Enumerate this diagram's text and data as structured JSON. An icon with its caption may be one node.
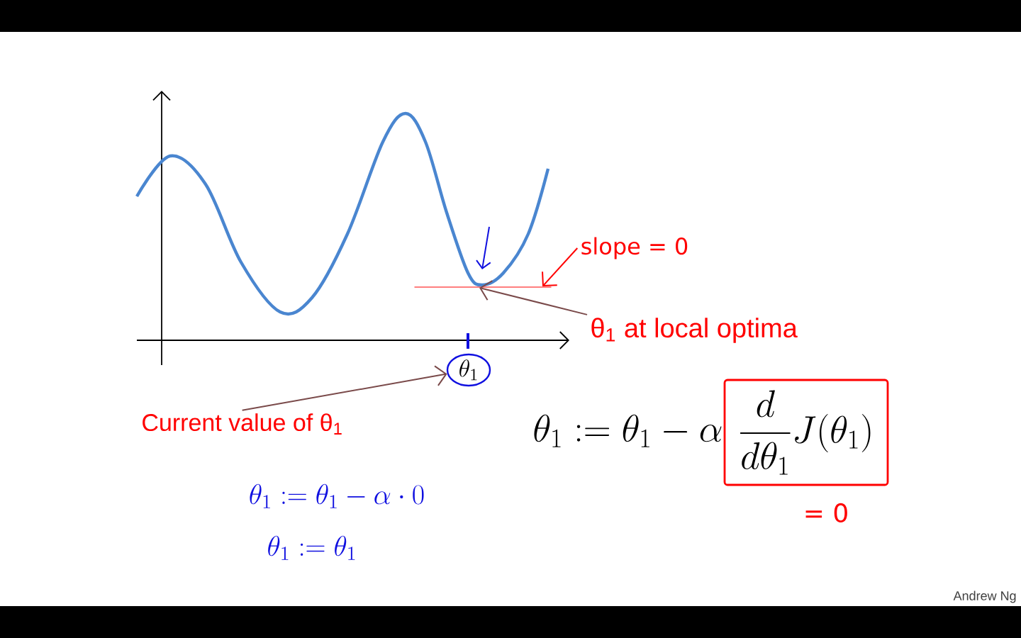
{
  "diagram": {
    "nodes": [
      {
        "text": [
          "slope = 0"
        ]
      },
      {
        "text": [
          "θ$_{1}$ at local optima"
        ]
      },
      {
        "text": [
          "Current value of θ$_{1}$"
        ]
      },
      {
        "text": [
          "\\theta_1"
        ]
      },
      {
        "text": [
          "\\frac{d}{d\\theta_1}J(\\theta_1)"
        ],
        "beside": [
          "= 0"
        ]
      },
      {
        "text": [],
        "shape": "bar"
      }
    ],
    "edges": [
      {
        "from": 0,
        "to": 5,
        "arrow": "to",
        "color": "#ff0000"
      },
      {
        "from": 1,
        "to": 5,
        "arrow": "to"
      },
      {
        "from": 2,
        "to": 3,
        "arrow": "to"
      }
    ],
    "labels": [
      "\\theta_1 := \\theta_1 - \\alpha",
      "\\theta_1 := \\theta_1 - \\alpha \\cdot 0",
      "\\theta_1 := \\theta_1",
      "Andrew Ng"
    ]
  }
}
